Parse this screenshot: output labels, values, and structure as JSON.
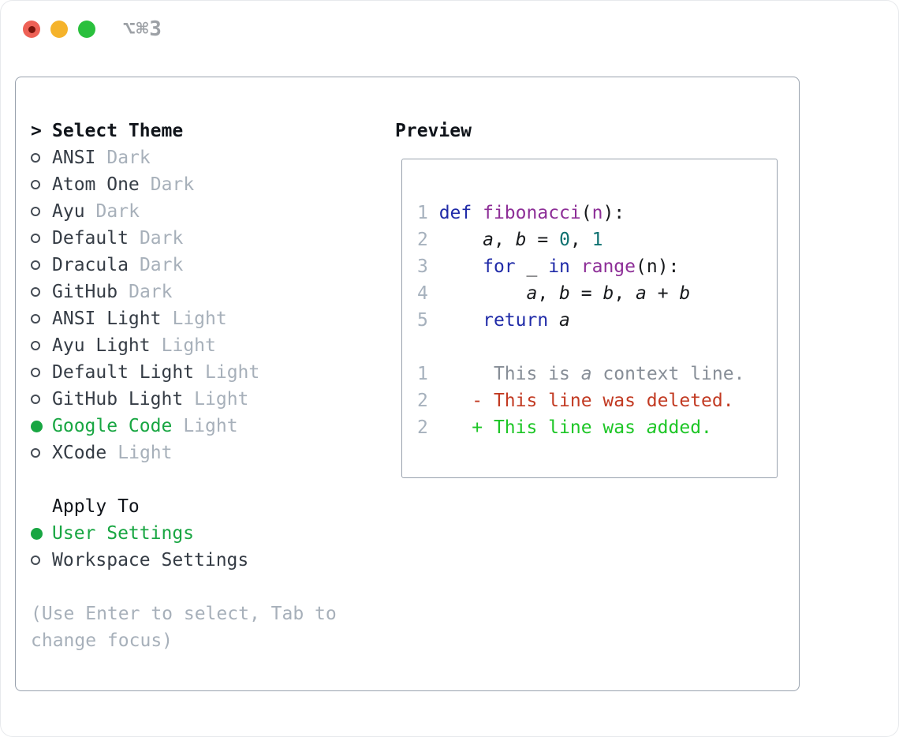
{
  "window": {
    "title": "⌥⌘3"
  },
  "theme_list": {
    "header_marker": ">",
    "header": "Select Theme",
    "items": [
      {
        "name": "ANSI",
        "variant": "Dark",
        "selected": false
      },
      {
        "name": "Atom One",
        "variant": "Dark",
        "selected": false
      },
      {
        "name": "Ayu",
        "variant": "Dark",
        "selected": false
      },
      {
        "name": "Default",
        "variant": "Dark",
        "selected": false
      },
      {
        "name": "Dracula",
        "variant": "Dark",
        "selected": false
      },
      {
        "name": "GitHub",
        "variant": "Dark",
        "selected": false
      },
      {
        "name": "ANSI Light",
        "variant": "Light",
        "selected": false
      },
      {
        "name": "Ayu Light",
        "variant": "Light",
        "selected": false
      },
      {
        "name": "Default Light",
        "variant": "Light",
        "selected": false
      },
      {
        "name": "GitHub Light",
        "variant": "Light",
        "selected": false
      },
      {
        "name": "Google Code",
        "variant": "Light",
        "selected": true
      },
      {
        "name": "XCode",
        "variant": "Light",
        "selected": false
      }
    ]
  },
  "apply_to": {
    "header": "Apply To",
    "items": [
      {
        "name": "User Settings",
        "selected": true
      },
      {
        "name": "Workspace Settings",
        "selected": false
      }
    ]
  },
  "hint": "(Use Enter to select, Tab to change focus)",
  "preview": {
    "label": "Preview",
    "code_lines": [
      {
        "num": "1",
        "tokens": [
          {
            "t": "def",
            "c": "kw"
          },
          {
            "t": " ",
            "c": "pl"
          },
          {
            "t": "fibonacci",
            "c": "fn"
          },
          {
            "t": "(",
            "c": "pl"
          },
          {
            "t": "n",
            "c": "fn"
          },
          {
            "t": "):",
            "c": "pl"
          }
        ]
      },
      {
        "num": "2",
        "tokens": [
          {
            "t": "    ",
            "c": "pl"
          },
          {
            "t": "a",
            "c": "var"
          },
          {
            "t": ", ",
            "c": "pl"
          },
          {
            "t": "b",
            "c": "var"
          },
          {
            "t": " = ",
            "c": "pl"
          },
          {
            "t": "0",
            "c": "nm"
          },
          {
            "t": ", ",
            "c": "pl"
          },
          {
            "t": "1",
            "c": "nm"
          }
        ]
      },
      {
        "num": "3",
        "tokens": [
          {
            "t": "    ",
            "c": "pl"
          },
          {
            "t": "for",
            "c": "kw"
          },
          {
            "t": " _ ",
            "c": "pl"
          },
          {
            "t": "in",
            "c": "kw"
          },
          {
            "t": " ",
            "c": "pl"
          },
          {
            "t": "range",
            "c": "fn"
          },
          {
            "t": "(n):",
            "c": "pl"
          }
        ]
      },
      {
        "num": "4",
        "tokens": [
          {
            "t": "        ",
            "c": "pl"
          },
          {
            "t": "a",
            "c": "var"
          },
          {
            "t": ", ",
            "c": "pl"
          },
          {
            "t": "b",
            "c": "var"
          },
          {
            "t": " = ",
            "c": "pl"
          },
          {
            "t": "b",
            "c": "var"
          },
          {
            "t": ", ",
            "c": "pl"
          },
          {
            "t": "a",
            "c": "var"
          },
          {
            "t": " + ",
            "c": "pl"
          },
          {
            "t": "b",
            "c": "var"
          }
        ]
      },
      {
        "num": "5",
        "tokens": [
          {
            "t": "    ",
            "c": "pl"
          },
          {
            "t": "return",
            "c": "kw"
          },
          {
            "t": " ",
            "c": "pl"
          },
          {
            "t": "a",
            "c": "var"
          }
        ]
      }
    ],
    "diff_lines": [
      {
        "num": "1",
        "tokens": [
          {
            "t": "     This is ",
            "c": "ctx"
          },
          {
            "t": "a",
            "c": "ctx",
            "i": true
          },
          {
            "t": " context line.",
            "c": "ctx"
          }
        ]
      },
      {
        "num": "2",
        "tokens": [
          {
            "t": "   - This line was deleted.",
            "c": "del"
          }
        ]
      },
      {
        "num": "2",
        "tokens": [
          {
            "t": "   + This line was ",
            "c": "add"
          },
          {
            "t": "a",
            "c": "add",
            "i": true
          },
          {
            "t": "dded.",
            "c": "add"
          }
        ]
      }
    ]
  },
  "colors": {
    "ink": "#10141a",
    "text_dark": "#353c45",
    "muted_gray": "#a7b0ba",
    "accent_green": "#18a642",
    "border_gray": "#99a2ae",
    "line_number_gray": "#a6b1bd",
    "code_dark": "#17191c",
    "keyword_blue": "#202ba8",
    "function_purple": "#8d2e97",
    "number_teal": "#0e7170",
    "context_gray": "#878e97",
    "deleted_red": "#c23a22",
    "added_green": "#1dc626",
    "traffic_red": "#ee6156",
    "traffic_red_dot": "#79140b",
    "traffic_yellow": "#f5b32b",
    "traffic_green": "#2ac03d",
    "title_gray": "#9da1a6"
  }
}
